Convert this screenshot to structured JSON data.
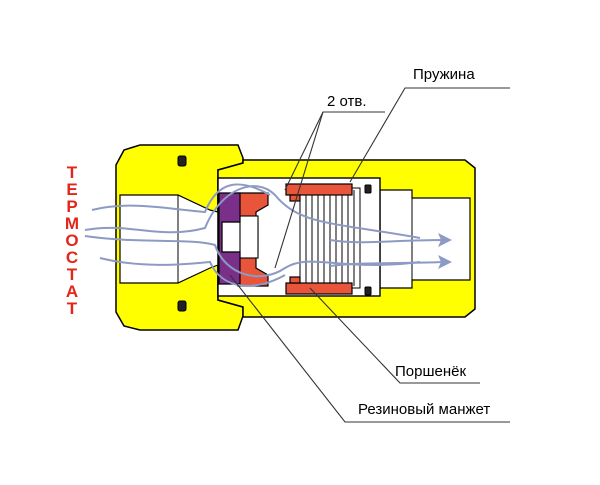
{
  "side_label": "ТЕРМОСТАТ",
  "labels": {
    "spring": "Пружина",
    "holes": "2 отв.",
    "piston": "Поршенёк",
    "rubber_cuff": "Резиновый манжет"
  },
  "colors": {
    "body": "#ffff00",
    "outline": "#000000",
    "piston": "#e8553a",
    "cuff": "#7a3088",
    "flow": "#8c9ac4",
    "side_label": "#e3261b"
  }
}
